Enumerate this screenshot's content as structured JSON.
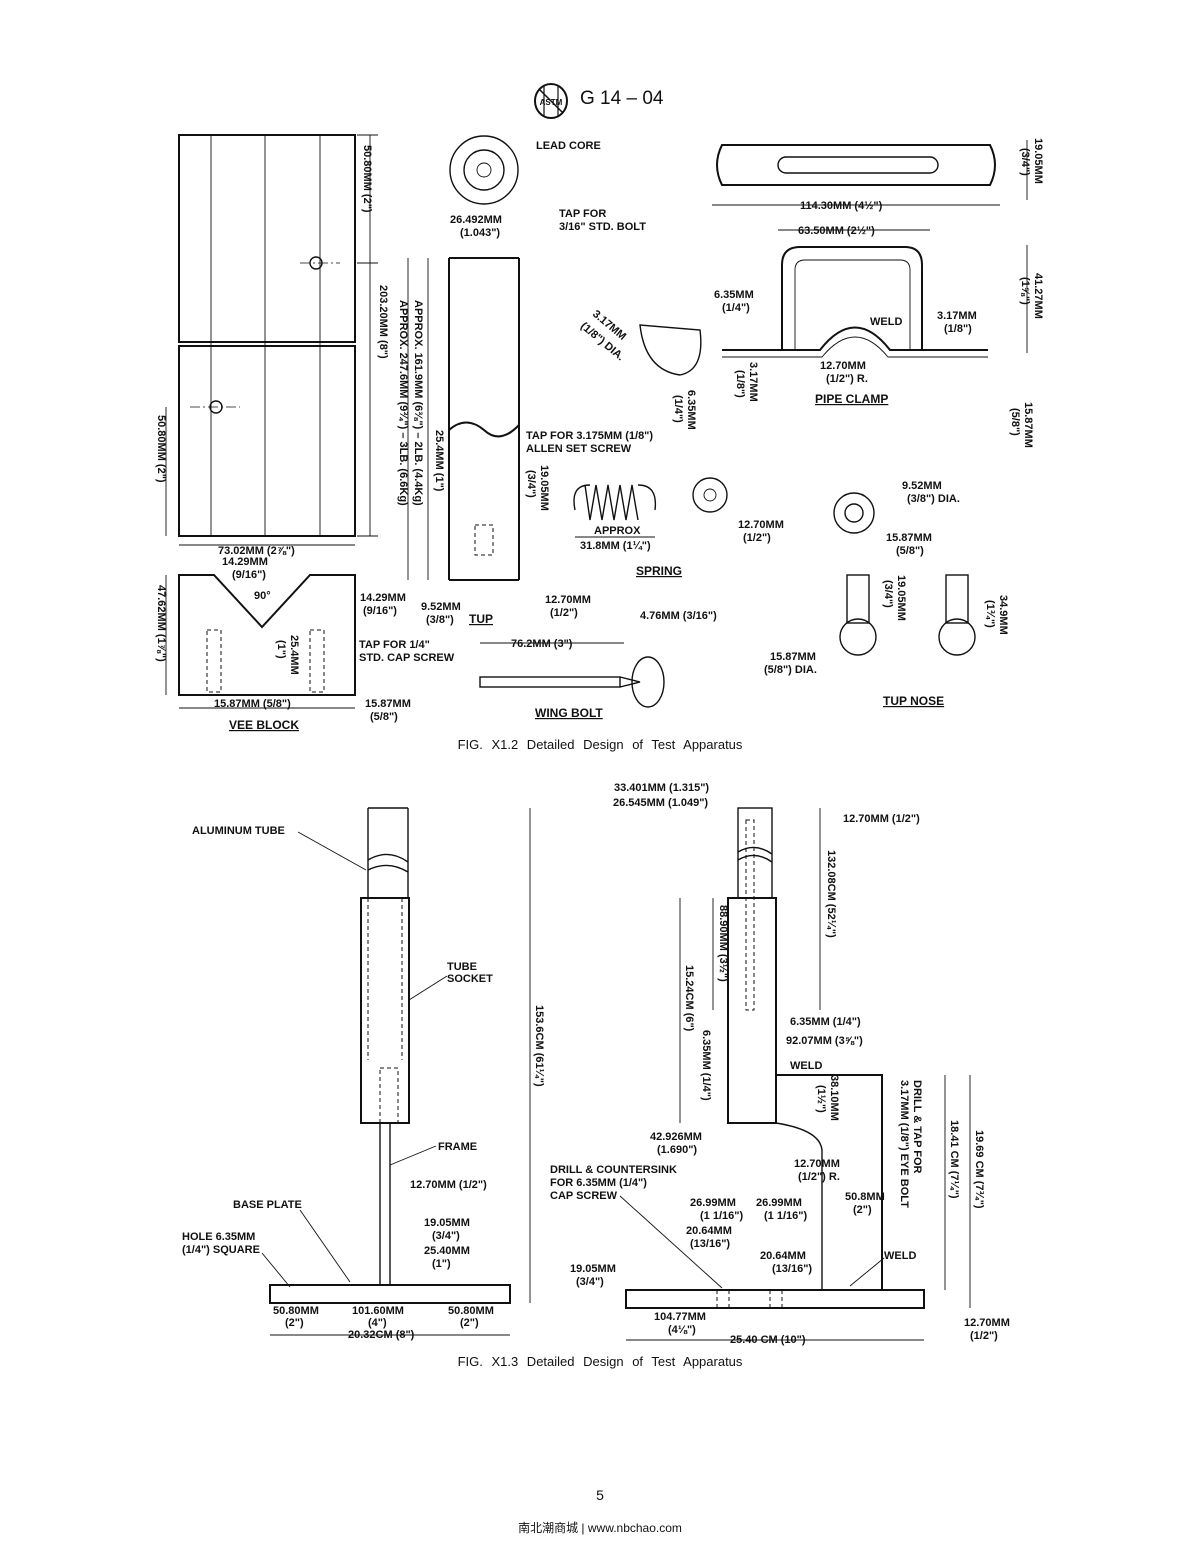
{
  "header": {
    "logo": "ASTM",
    "designation": "G 14 – 04"
  },
  "fig1": {
    "caption": "FIG. X1.2 Detailed Design of Test Apparatus",
    "labels": {
      "lead_core": "LEAD CORE",
      "tup_dia": "26.492MM",
      "tup_dia_in": "(1.043\")",
      "tap_bolt_1": "TAP FOR",
      "tap_bolt_2": "3/16\" STD. BOLT",
      "block_top": "50.80MM (2\")",
      "block_bottom": "50.80MM (2\")",
      "block_len": "203.20MM (8\")",
      "approx1": "APPROX. 161.9MM (6⅜\") – 2LB. (4.4Kg)",
      "approx2": "APPROX. 247.6MM (9¾\") – 3LB. (6.6Kg)",
      "tup_254": "25.4MM (1\")",
      "tap_allen_1": "TAP FOR 3.175MM (1/8\")",
      "tap_allen_2": "ALLEN SET SCREW",
      "tup_1905": "19.05MM",
      "tup_1905_in": "(3/4\")",
      "tup_952": "9.52MM",
      "tup_952_in": "(3/8\")",
      "tup_1270": "12.70MM",
      "tup_1270_in": "(1/2\")",
      "tup_title": "TUP",
      "block_width": "73.02MM (2⅞\")",
      "vee_1429a": "14.29MM",
      "vee_1429a_in": "(9/16\")",
      "vee_90": "90°",
      "vee_1429b": "14.29MM",
      "vee_1429b_in": "(9/16\")",
      "vee_height": "47.62MM (1⅞\")",
      "vee_254": "25.4MM",
      "vee_254_in": "(1\")",
      "tap_cap_1": "TAP FOR 1/4\"",
      "tap_cap_2": "STD. CAP SCREW",
      "vee_1587a": "15.87MM (5/8\")",
      "vee_1587b": "15.87MM",
      "vee_1587b_in": "(5/8\")",
      "vee_title": "VEE BLOCK",
      "bar_1905": "19.05MM",
      "bar_1905_in": "(3/4\")",
      "bar_len": "114.30MM (4½\")",
      "clamp_width": "63.50MM (2½\")",
      "clamp_4127": "41.27MM",
      "clamp_4127_in": "(1⅝\")",
      "clamp_635": "6.35MM",
      "clamp_635_in": "(1/4\")",
      "clamp_317dia": "3.17MM",
      "clamp_317dia_in": "(1/8\") DIA.",
      "clamp_weld": "WELD",
      "clamp_317": "3.17MM",
      "clamp_317_in": "(1/8\")",
      "clamp_1270": "12.70MM",
      "clamp_1270_in": "(1/2\") R.",
      "clamp_317b": "3.17MM",
      "clamp_317b_in": "(1/8\")",
      "clamp_635b": "6.35MM",
      "clamp_635b_in": "(1/4\")",
      "clamp_1587": "15.87MM",
      "clamp_1587_in": "(5/8\")",
      "clamp_title": "PIPE CLAMP",
      "spring_approx": "APPROX",
      "spring_len": "31.8MM (1¼\")",
      "spring_1270": "12.70MM",
      "spring_1270_in": "(1/2\")",
      "spring_title": "SPRING",
      "ring_952": "9.52MM",
      "ring_952_in": "(3/8\") DIA.",
      "ring_1587": "15.87MM",
      "ring_1587_in": "(5/8\")",
      "nose_1905": "19.05MM",
      "nose_1905_in": "(3/4\")",
      "nose_349": "34.9MM",
      "nose_349_in": "(1¾\")",
      "nose_1587": "15.87MM",
      "nose_1587_in": "(5/8\") DIA.",
      "nose_title": "TUP NOSE",
      "wing_762": "76.2MM (3\")",
      "wing_476": "4.76MM (3/16\")",
      "wing_title": "WING BOLT"
    }
  },
  "fig2": {
    "caption": "FIG. X1.3 Detailed Design of Test Apparatus",
    "labels": {
      "aluminum_tube": "ALUMINUM TUBE",
      "tube_socket_1": "TUBE",
      "tube_socket_2": "SOCKET",
      "frame": "FRAME",
      "height_1536": "153.6CM (61¼\")",
      "dim_1270": "12.70MM (1/2\")",
      "base_plate": "BASE PLATE",
      "hole_1": "HOLE 6.35MM",
      "hole_2": "(1/4\") SQUARE",
      "left_1905": "19.05MM",
      "left_1905_in": "(3/4\")",
      "left_2540": "25.40MM",
      "left_2540_in": "(1\")",
      "bp_5080a": "50.80MM",
      "bp_5080a_in": "(2\")",
      "bp_10160": "101.60MM",
      "bp_10160_in": "(4\")",
      "bp_5080b": "50.80MM",
      "bp_5080b_in": "(2\")",
      "bp_2032": "20.32CM (8\")",
      "r_33401": "33.401MM (1.315\")",
      "r_26545": "26.545MM (1.049\")",
      "r_1270top": "12.70MM (1/2\")",
      "r_13208": "132.08CM (52¼\")",
      "r_8890": "88.90MM (3½\")",
      "r_1524": "15.24CM (6\")",
      "r_635a": "6.35MM (1/4\")",
      "r_635b": "6.35MM (1/4\")",
      "r_9207": "92.07MM (3⅝\")",
      "r_weld_top": "WELD",
      "r_3810": "38.10MM",
      "r_3810_in": "(1½\")",
      "r_drill_1": "DRILL & TAP FOR",
      "r_drill_2": "3.17MM (1/8\") EYE BOLT",
      "r_1841": "18.41 CM (7¼\")",
      "r_1969": "19.69 CM (7¾\")",
      "r_42926": "42.926MM",
      "r_42926_in": "(1.690\")",
      "r_1270r": "12.70MM",
      "r_1270r_in": "(1/2\") R.",
      "r_dc_1": "DRILL & COUNTERSINK",
      "r_dc_2": "FOR 6.35MM (1/4\")",
      "r_dc_3": "CAP SCREW",
      "r_2699a": "26.99MM",
      "r_2699a_in": "(1 1/16\")",
      "r_2699b": "26.99MM",
      "r_2699b_in": "(1 1/16\")",
      "r_5080": "50.8MM",
      "r_5080_in": "(2\")",
      "r_2064a": "20.64MM",
      "r_2064a_in": "(13/16\")",
      "r_2064b": "20.64MM",
      "r_2064b_in": "(13/16\")",
      "r_weld_bot": "WELD",
      "r_1905": "19.05MM",
      "r_1905_in": "(3/4\")",
      "r_10477": "104.77MM",
      "r_10477_in": "(4⅛\")",
      "r_2540": "25.40 CM (10\")",
      "r_1270b": "12.70MM",
      "r_1270b_in": "(1/2\")"
    }
  },
  "page_number": "5",
  "footer": "南北潮商城 | www.nbchao.com"
}
